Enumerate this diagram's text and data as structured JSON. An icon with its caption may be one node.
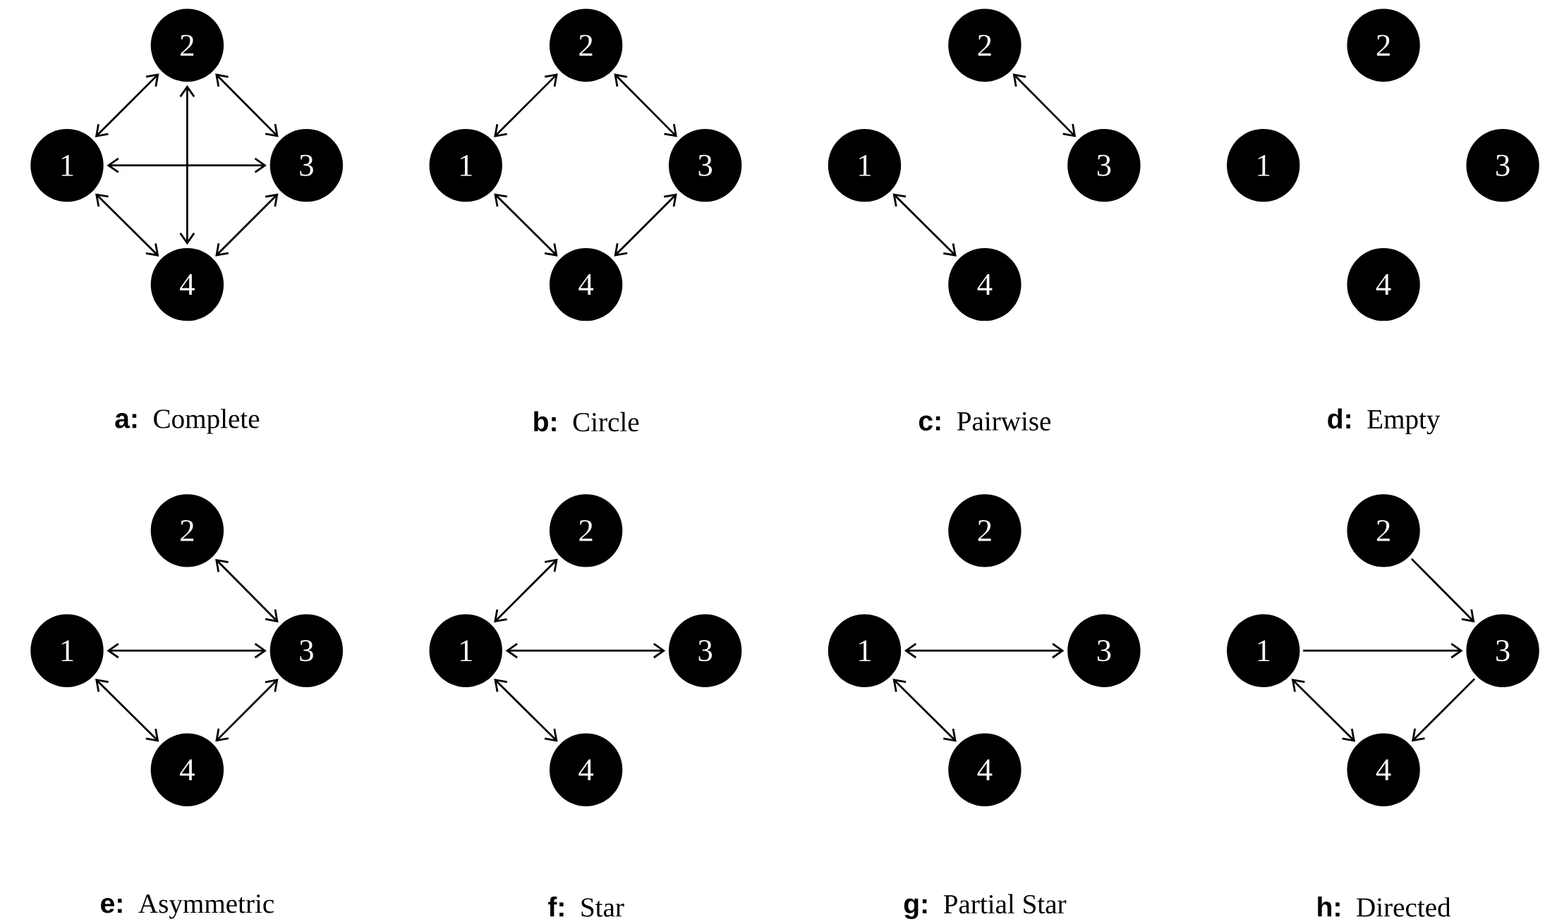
{
  "diagram": {
    "nodes": [
      {
        "text": [
          "1"
        ]
      },
      {
        "text": [
          "2"
        ]
      },
      {
        "text": [
          "3"
        ]
      },
      {
        "text": [
          "4"
        ]
      },
      {
        "text": [
          "1"
        ]
      },
      {
        "text": [
          "2"
        ]
      },
      {
        "text": [
          "3"
        ]
      },
      {
        "text": [
          "4"
        ]
      },
      {
        "text": [
          "1"
        ]
      },
      {
        "text": [
          "2"
        ]
      },
      {
        "text": [
          "3"
        ]
      },
      {
        "text": [
          "4"
        ]
      },
      {
        "text": [
          "1"
        ]
      },
      {
        "text": [
          "2"
        ]
      },
      {
        "text": [
          "3"
        ]
      },
      {
        "text": [
          "4"
        ]
      },
      {
        "text": [
          "1"
        ]
      },
      {
        "text": [
          "2"
        ]
      },
      {
        "text": [
          "3"
        ]
      },
      {
        "text": [
          "4"
        ]
      },
      {
        "text": [
          "1"
        ]
      },
      {
        "text": [
          "2"
        ]
      },
      {
        "text": [
          "3"
        ]
      },
      {
        "text": [
          "4"
        ]
      },
      {
        "text": [
          "1"
        ]
      },
      {
        "text": [
          "2"
        ]
      },
      {
        "text": [
          "3"
        ]
      },
      {
        "text": [
          "4"
        ]
      },
      {
        "text": [
          "1"
        ]
      },
      {
        "text": [
          "2"
        ]
      },
      {
        "text": [
          "3"
        ]
      },
      {
        "text": [
          "4"
        ]
      }
    ],
    "edges": [
      {
        "from": 0,
        "to": 1,
        "arrow": "both"
      },
      {
        "from": 1,
        "to": 2,
        "arrow": "both"
      },
      {
        "from": 0,
        "to": 2,
        "arrow": "both"
      },
      {
        "from": 1,
        "to": 3,
        "arrow": "both"
      },
      {
        "from": 0,
        "to": 3,
        "arrow": "both"
      },
      {
        "from": 2,
        "to": 3,
        "arrow": "both"
      },
      {
        "from": 4,
        "to": 5,
        "arrow": "both"
      },
      {
        "from": 5,
        "to": 6,
        "arrow": "both"
      },
      {
        "from": 4,
        "to": 7,
        "arrow": "both"
      },
      {
        "from": 6,
        "to": 7,
        "arrow": "both"
      },
      {
        "from": 9,
        "to": 10,
        "arrow": "both"
      },
      {
        "from": 8,
        "to": 11,
        "arrow": "both"
      },
      {
        "from": 17,
        "to": 18,
        "arrow": "both"
      },
      {
        "from": 16,
        "to": 18,
        "arrow": "both"
      },
      {
        "from": 16,
        "to": 19,
        "arrow": "both"
      },
      {
        "from": 18,
        "to": 19,
        "arrow": "both"
      },
      {
        "from": 20,
        "to": 21,
        "arrow": "both"
      },
      {
        "from": 20,
        "to": 22,
        "arrow": "both"
      },
      {
        "from": 20,
        "to": 23,
        "arrow": "both"
      },
      {
        "from": 24,
        "to": 26,
        "arrow": "both"
      },
      {
        "from": 24,
        "to": 27,
        "arrow": "both"
      },
      {
        "from": 29,
        "to": 30,
        "arrow": "to"
      },
      {
        "from": 28,
        "to": 30,
        "arrow": "to"
      },
      {
        "from": 30,
        "to": 31,
        "arrow": "to"
      },
      {
        "from": 28,
        "to": 31,
        "arrow": "both"
      }
    ],
    "labels": [
      "a:",
      "Complete",
      "b:",
      "Circle",
      "c:",
      "Pairwise",
      "d:",
      "Empty",
      "e:",
      "Asymmetric",
      "f:",
      "Star",
      "g:",
      "Partial Star",
      "h:",
      "Directed"
    ]
  }
}
